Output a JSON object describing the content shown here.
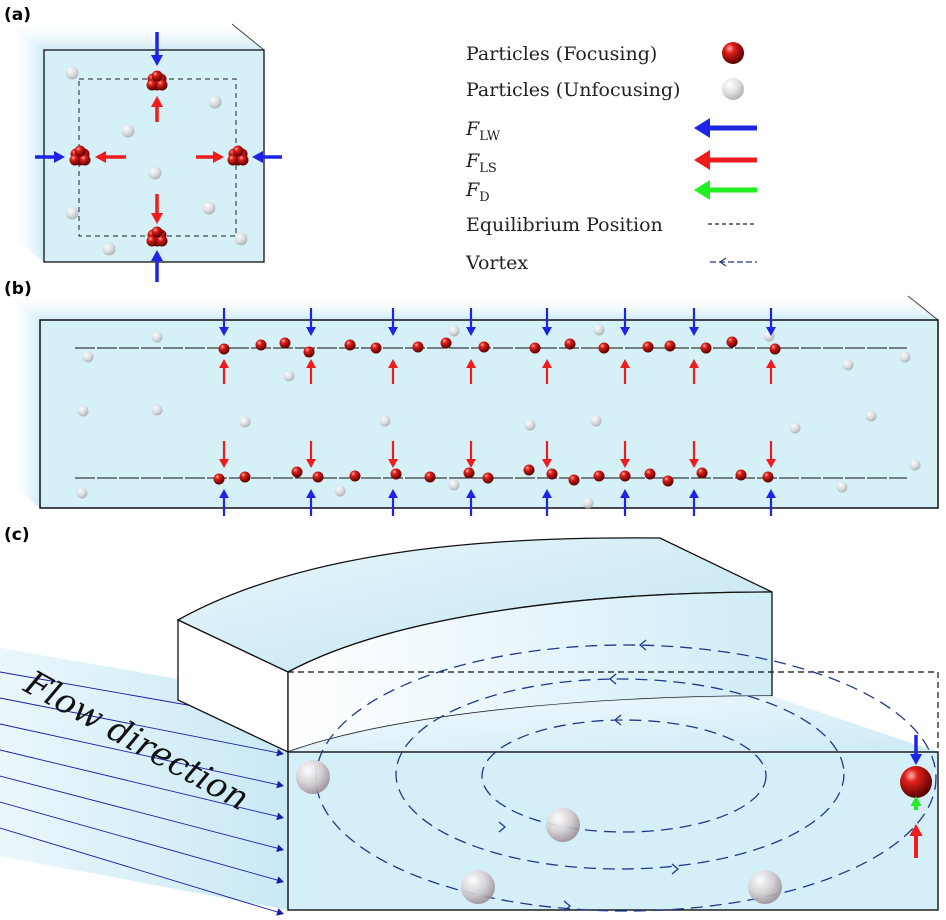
{
  "panels": {
    "a": "(a)",
    "b": "(b)",
    "c": "(c)"
  },
  "legend": [
    {
      "label": "Particles (Focusing)",
      "symbol": "focusing-particle"
    },
    {
      "label": "Particles (Unfocusing)",
      "symbol": "unfocusing-particle"
    },
    {
      "label": "F",
      "sub": "LW",
      "symbol": "arrow",
      "color": "#1d24e6"
    },
    {
      "label": "F",
      "sub": "LS",
      "symbol": "arrow",
      "color": "#ee1c1c"
    },
    {
      "label": "F",
      "sub": "D",
      "symbol": "arrow",
      "color": "#22ee22"
    },
    {
      "label": "Equilibrium Position",
      "symbol": "dashed-line"
    },
    {
      "label": "Vortex",
      "symbol": "vortex-line"
    }
  ],
  "flow_label": "Flow direction",
  "colors": {
    "lift_wall": "#1d24e6",
    "lift_shear": "#ee1c1c",
    "drag": "#22ee22",
    "focusing_particle": "#b30000",
    "unfocusing_particle": "#d8d8d8",
    "channel_fill": "#d8f0f8",
    "vortex": "#1f3a8a"
  }
}
